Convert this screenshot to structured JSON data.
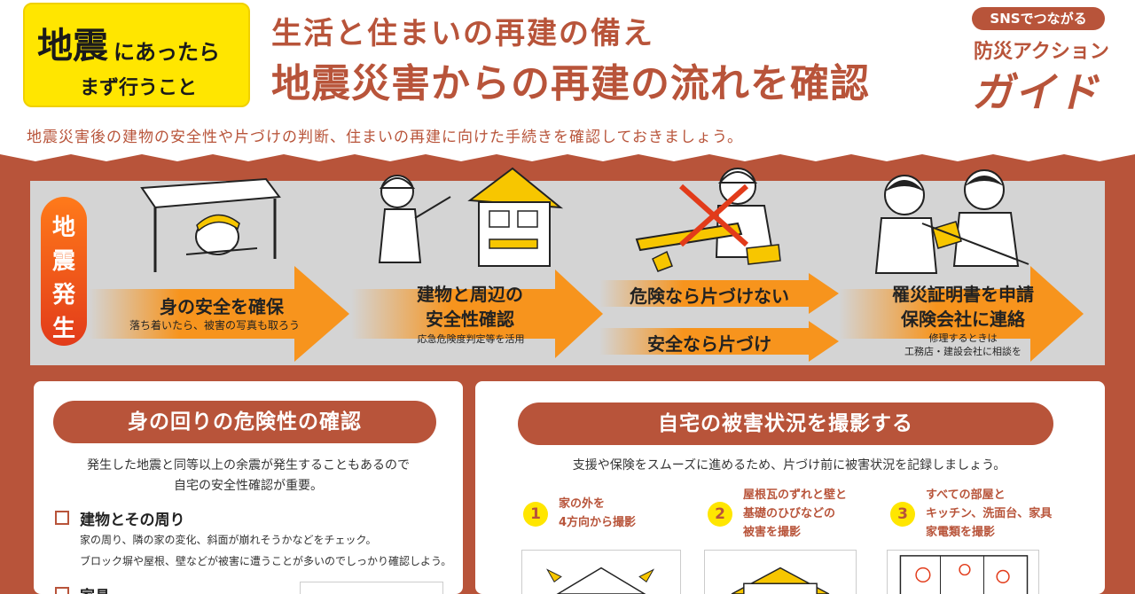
{
  "header": {
    "badge_large": "地震",
    "badge_small": "にあったら",
    "badge_line2": "まず行うこと",
    "headline1": "生活と住まいの再建の備え",
    "headline2": "地震災害からの再建の流れを確認",
    "logo_pill": "SNSでつながる",
    "logo_line2": "防災アクション",
    "logo_line3": "ガイド"
  },
  "intro": "地震災害後の建物の安全性や片づけの判断、住まいの再建に向けた手続きを確認しておきましょう。",
  "flow": {
    "start": [
      "地",
      "震",
      "発",
      "生"
    ],
    "step1_title": "身の安全を確保",
    "step1_sub": "落ち着いたら、被害の写真も取ろう",
    "step2_title_1": "建物と周辺の",
    "step2_title_2": "安全性確認",
    "step2_sub": "応急危険度判定等を活用",
    "step3_danger": "危険なら片づけない",
    "step3_safe": "安全なら片づけ",
    "step4_title_1": "罹災証明書を申請",
    "step4_title_2": "保険会社に連絡",
    "step4_sub_1": "修理するときは",
    "step4_sub_2": "工務店・建設会社に相談を"
  },
  "left_panel": {
    "title": "身の回りの危険性の確認",
    "desc_1": "発生した地震と同等以上の余震が発生することもあるので",
    "desc_2": "自宅の安全性確認が重要。",
    "check1_label": "建物とその周り",
    "check1_note1": "家の周り、隣の家の変化、斜面が崩れそうかなどをチェック。",
    "check1_note2": "ブロック塀や屋根、壁などが被害に遭うことが多いのでしっかり確認しよう。",
    "check2_label": "家具"
  },
  "right_panel": {
    "title": "自宅の被害状況を撮影する",
    "desc": "支援や保険をスムーズに進めるため、片づけ前に被害状況を記録しましょう。",
    "items": [
      {
        "num": "1",
        "line1": "家の外を",
        "line2": "4方向から撮影",
        "line3": ""
      },
      {
        "num": "2",
        "line1": "屋根瓦のずれと壁と",
        "line2": "基礎のひびなどの",
        "line3": "被害を撮影"
      },
      {
        "num": "3",
        "line1": "すべての部屋と",
        "line2": "キッチン、洗面台、家具",
        "line3": "家電類を撮影"
      }
    ]
  },
  "colors": {
    "brand": "#b8543a",
    "accent_yellow": "#ffe600",
    "arrow_orange": "#f7941d",
    "panel_gray": "#d4d4d4"
  }
}
